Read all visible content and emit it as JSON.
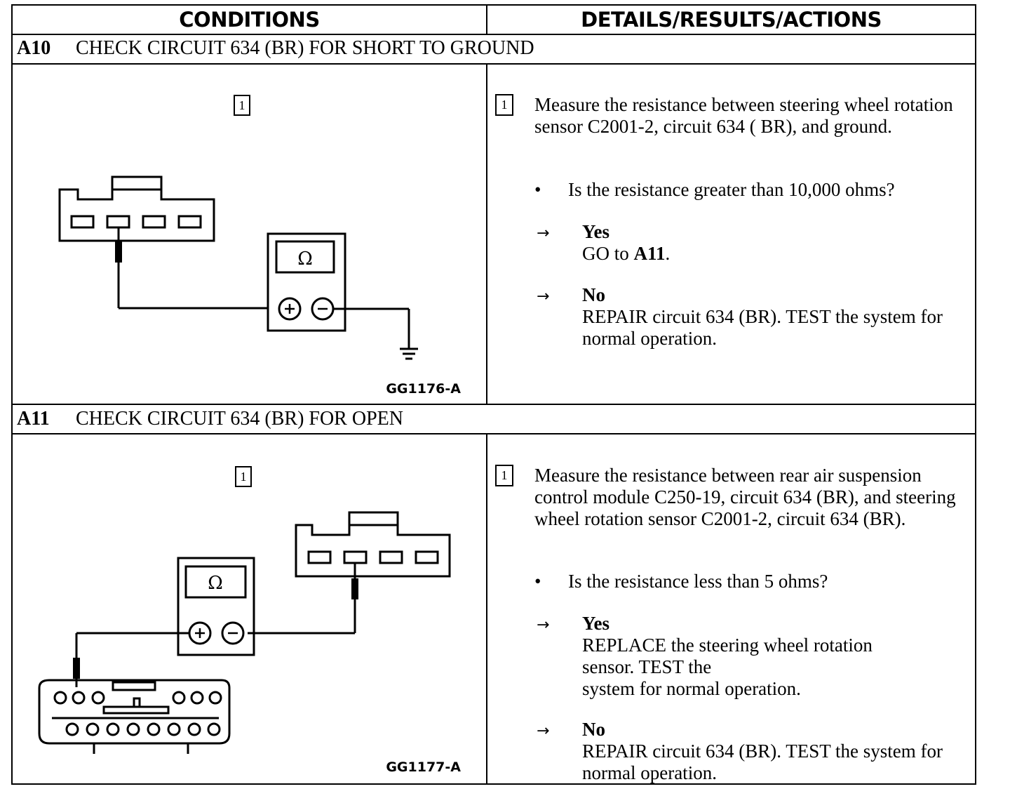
{
  "header": {
    "conditions": "CONDITIONS",
    "details": "DETAILS/RESULTS/ACTIONS"
  },
  "steps": [
    {
      "id": "A10",
      "title": "CHECK CIRCUIT 634 (BR) FOR SHORT TO GROUND",
      "figure_step": "1",
      "figure_code": "GG1176-A",
      "ohm_symbol": "Ω",
      "detail_step": "1",
      "instruction": "Measure the resistance between steering wheel rotation sensor C2001-2, circuit 634 ( BR), and ground.",
      "bullet": "•",
      "question": "Is the resistance greater than 10,000 ohms?",
      "arrow": "→",
      "yes_label": "Yes",
      "yes_action_prefix": "GO to ",
      "yes_action_ref": "A11",
      "yes_action_suffix": ".",
      "no_label": "No",
      "no_action": "REPAIR circuit 634 (BR). TEST the system for normal operation."
    },
    {
      "id": "A11",
      "title": "CHECK CIRCUIT 634 (BR) FOR OPEN",
      "figure_step": "1",
      "figure_code": "GG1177-A",
      "ohm_symbol": "Ω",
      "detail_step": "1",
      "instruction": "Measure the resistance between rear air suspension control module C250-19, circuit 634 (BR), and steering wheel rotation sensor C2001-2, circuit 634 (BR).",
      "bullet": "•",
      "question": "Is the resistance less than 5 ohms?",
      "arrow": "→",
      "yes_label": "Yes",
      "yes_action_line1": "REPLACE the steering wheel rotation",
      "yes_action_line2": "sensor. TEST the",
      "yes_action_line3": "system for normal operation.",
      "no_label": "No",
      "no_action": "REPAIR circuit 634 (BR). TEST the system for normal operation."
    }
  ]
}
